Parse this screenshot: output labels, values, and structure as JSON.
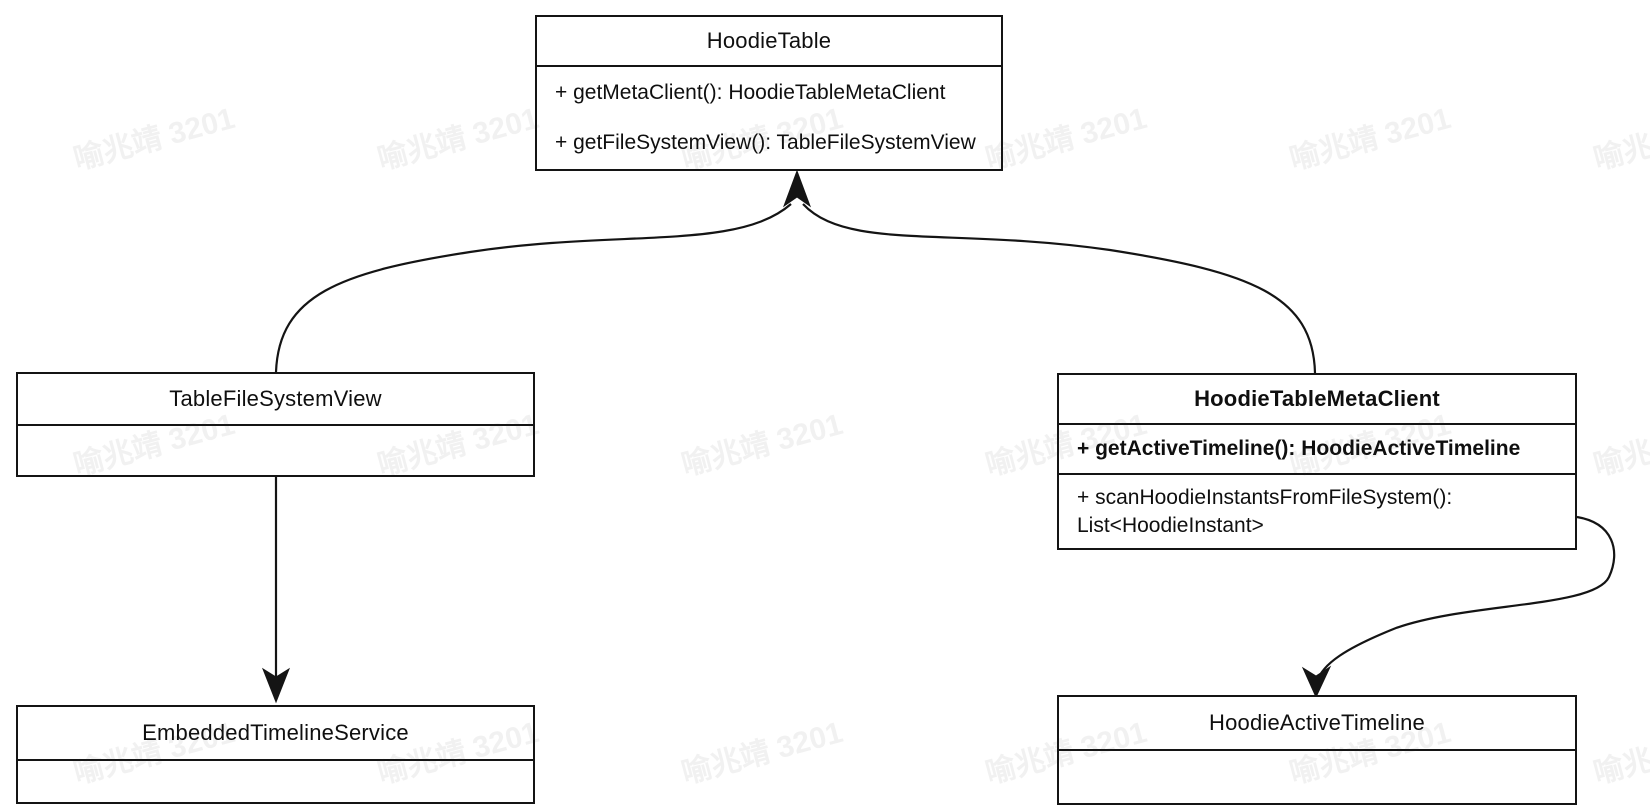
{
  "diagram": {
    "title_hint": "UML class diagram",
    "watermark": {
      "text": "喻兆靖 3201",
      "color": "rgba(60,60,60,0.07)"
    },
    "colors": {
      "stroke": "#141414",
      "background": "#ffffff"
    },
    "classes": {
      "hoodie_table": {
        "title": "HoodieTable",
        "methods": [
          "+ getMetaClient(): HoodieTableMetaClient",
          "+ getFileSystemView(): TableFileSystemView"
        ]
      },
      "table_file_system_view": {
        "title": "TableFileSystemView"
      },
      "hoodie_table_meta_client": {
        "title": "HoodieTableMetaClient",
        "method_1": "+ getActiveTimeline(): HoodieActiveTimeline",
        "method_2": "+ scanHoodieInstantsFromFileSystem(): List<HoodieInstant>"
      },
      "embedded_timeline_service": {
        "title": "EmbeddedTimelineService"
      },
      "hoodie_active_timeline": {
        "title": "HoodieActiveTimeline"
      }
    },
    "relations": [
      {
        "from": "TableFileSystemView",
        "to": "HoodieTable",
        "type": "arrow"
      },
      {
        "from": "HoodieTableMetaClient",
        "to": "HoodieTable",
        "type": "arrow"
      },
      {
        "from": "TableFileSystemView",
        "to": "EmbeddedTimelineService",
        "type": "arrow"
      },
      {
        "from": "HoodieTableMetaClient",
        "to": "HoodieActiveTimeline",
        "type": "arrow"
      }
    ]
  }
}
